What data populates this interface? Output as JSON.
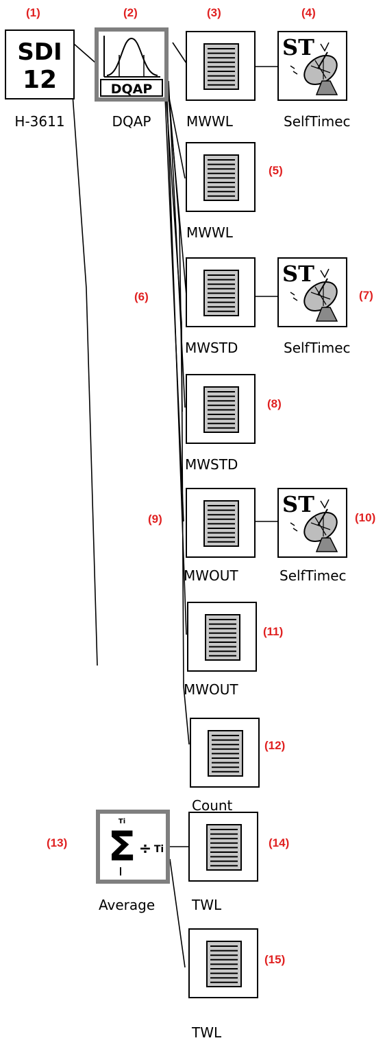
{
  "blocks": {
    "b1": {
      "callout": "(1)",
      "caption": "H-3611",
      "icon": "sdi12-sensor-icon",
      "glyph_top": "SDI",
      "glyph_bottom": "12"
    },
    "b2": {
      "callout": "(2)",
      "caption": "DQAP",
      "icon": "dqap-bell-curve-icon",
      "glyph": "DQAP"
    },
    "b3": {
      "callout": "(3)",
      "caption": "MWWL",
      "icon": "log-sheet-icon"
    },
    "b4": {
      "callout": "(4)",
      "caption": "SelfTimec",
      "icon": "satellite-dish-icon",
      "glyph": "ST"
    },
    "b5": {
      "callout": "(5)",
      "caption": "MWWL",
      "icon": "log-sheet-icon"
    },
    "b6": {
      "callout": "(6)"
    },
    "b6b": {
      "caption": "MWSTD",
      "icon": "log-sheet-icon"
    },
    "b7": {
      "callout": "(7)",
      "caption": "SelfTimec",
      "icon": "satellite-dish-icon",
      "glyph": "ST"
    },
    "b8": {
      "callout": "(8)",
      "caption": "MWSTD",
      "icon": "log-sheet-icon"
    },
    "b9": {
      "callout": "(9)"
    },
    "b9b": {
      "caption": "MWOUT",
      "icon": "log-sheet-icon"
    },
    "b10": {
      "callout": "(10)",
      "caption": "SelfTimec",
      "icon": "satellite-dish-icon",
      "glyph": "ST"
    },
    "b11": {
      "callout": "(11)",
      "caption": "MWOUT",
      "icon": "log-sheet-icon"
    },
    "b12": {
      "callout": "(12)",
      "caption": "Count",
      "icon": "log-sheet-icon"
    },
    "b13": {
      "callout": "(13)",
      "caption": "Average",
      "icon": "sum-divide-average-icon",
      "glyph": "Σ÷Ti"
    },
    "b14": {
      "callout": "(14)",
      "caption": "TWL",
      "icon": "log-sheet-icon"
    },
    "b15": {
      "callout": "(15)",
      "caption": "TWL",
      "icon": "log-sheet-icon"
    }
  },
  "colors": {
    "callout": "#e02020",
    "selected_border": "#7f7f7f",
    "sheet_fill": "#c8c8c8"
  }
}
